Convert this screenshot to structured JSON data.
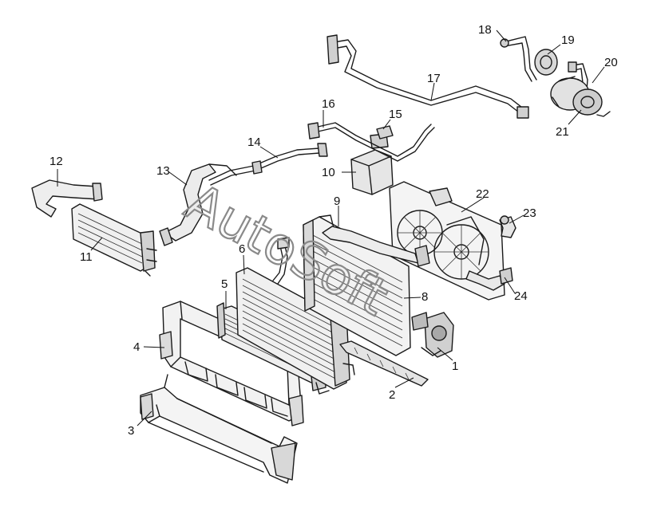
{
  "watermark": {
    "text": "AutoSoft"
  },
  "callouts": [
    {
      "id": "c1",
      "label": "1"
    },
    {
      "id": "c2",
      "label": "2"
    },
    {
      "id": "c3",
      "label": "3"
    },
    {
      "id": "c4",
      "label": "4"
    },
    {
      "id": "c5",
      "label": "5"
    },
    {
      "id": "c6",
      "label": "6"
    },
    {
      "id": "c8",
      "label": "8"
    },
    {
      "id": "c9",
      "label": "9"
    },
    {
      "id": "c10",
      "label": "10"
    },
    {
      "id": "c11",
      "label": "11"
    },
    {
      "id": "c12",
      "label": "12"
    },
    {
      "id": "c13",
      "label": "13"
    },
    {
      "id": "c14",
      "label": "14"
    },
    {
      "id": "c15",
      "label": "15"
    },
    {
      "id": "c16",
      "label": "16"
    },
    {
      "id": "c17",
      "label": "17"
    },
    {
      "id": "c18",
      "label": "18"
    },
    {
      "id": "c19",
      "label": "19"
    },
    {
      "id": "c20",
      "label": "20"
    },
    {
      "id": "c21",
      "label": "21"
    },
    {
      "id": "c22",
      "label": "22"
    },
    {
      "id": "c23",
      "label": "23"
    },
    {
      "id": "c24",
      "label": "24"
    }
  ]
}
